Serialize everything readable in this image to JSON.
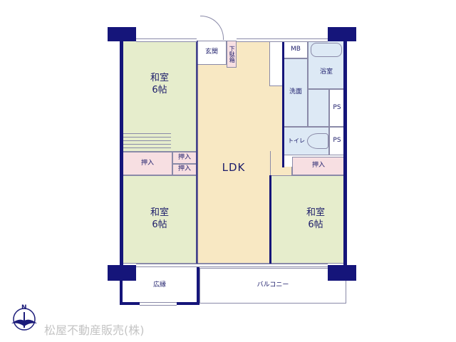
{
  "rooms": {
    "washitsu_top_left": {
      "name": "和室",
      "size": "6帖"
    },
    "washitsu_bottom_left": {
      "name": "和室",
      "size": "6帖"
    },
    "washitsu_right": {
      "name": "和室",
      "size": "6帖"
    },
    "ldk": "LDK",
    "genkan": "玄関",
    "getabako": "下駄箱",
    "mb": "MB",
    "yokushitsu": "浴室",
    "senmen": "洗面",
    "ps1": "PS",
    "ps2": "PS",
    "toilet": "トイレ",
    "oshiire_left": "押入",
    "oshiire_small1": "押入",
    "oshiire_small2": "押入",
    "oshiire_right": "押入",
    "hiroen": "広縁",
    "balcony": "バルコニー"
  },
  "compass": {
    "label": "N"
  },
  "company": "松屋不動産販売(株)",
  "colors": {
    "wall": "#15157a",
    "tatami": "#e6edcc",
    "closet": "#f7dfe2",
    "wet": "#dde9f5",
    "ldk": "#f8e8c3"
  }
}
